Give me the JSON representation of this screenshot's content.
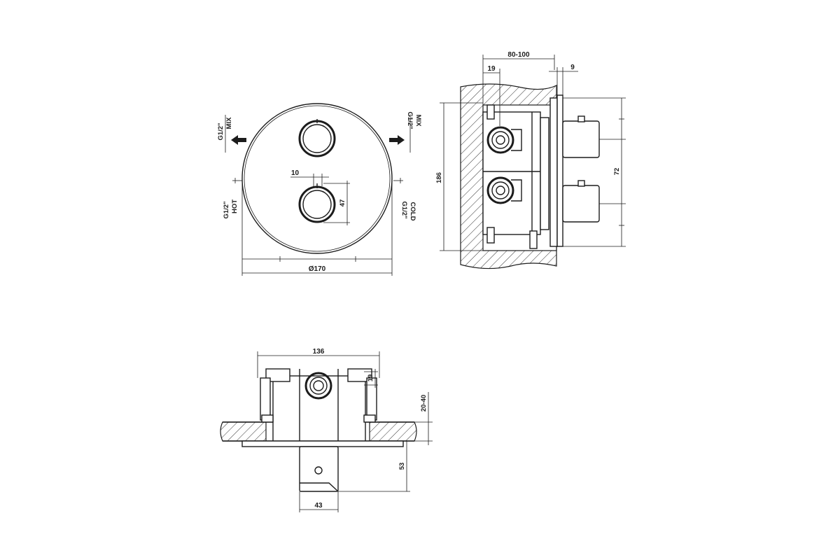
{
  "front_view": {
    "outlet_left": {
      "size": "G1/2\"",
      "type": "MIX"
    },
    "outlet_right": {
      "size": "G1/2\"",
      "type": "MIX"
    },
    "inlet_left": {
      "size": "G1/2\"",
      "type": "HOT"
    },
    "inlet_right": {
      "size": "G1/2\"",
      "type": "COLD"
    },
    "dim_knob_offset": "10",
    "dim_knob_height": "47",
    "dim_diameter": "Ø170"
  },
  "side_view": {
    "dim_depth": "80-100",
    "dim_inset": "19",
    "dim_plate": "9",
    "dim_height": "186",
    "dim_knob_spacing": "72"
  },
  "top_view": {
    "dim_width": "136",
    "dim_pipe": "19",
    "dim_wall": "20-40",
    "dim_knob_depth": "53",
    "dim_knob_width": "43"
  }
}
